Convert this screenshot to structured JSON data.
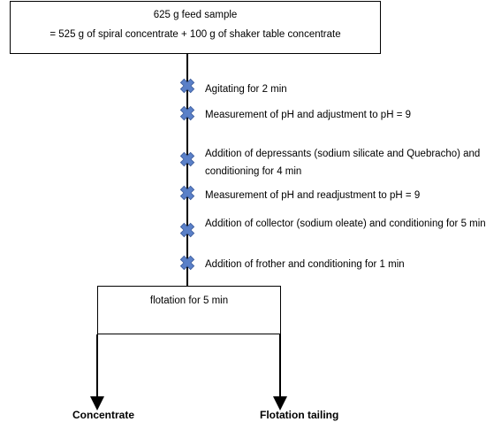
{
  "feed": {
    "line1": "625 g feed sample",
    "line2": "= 525 g of spiral concentrate + 100 g of shaker table concentrate"
  },
  "steps": [
    {
      "lines": [
        "Agitating for 2 min"
      ]
    },
    {
      "lines": [
        "Measurement of pH and adjustment to pH = 9"
      ]
    },
    {
      "lines": [
        "Addition of depressants (sodium silicate and Quebracho) and",
        "conditioning for 4 min"
      ]
    },
    {
      "lines": [
        "Measurement of pH and readjustment to pH = 9"
      ]
    },
    {
      "lines": [
        "Addition of collector (sodium oleate) and conditioning for 5 min"
      ]
    },
    {
      "lines": [
        "Addition of frother and conditioning for 1 min"
      ]
    }
  ],
  "flotation": {
    "label": "flotation for 5 min"
  },
  "outputs": {
    "concentrate": "Concentrate",
    "tailing": "Flotation tailing"
  },
  "colors": {
    "marker": "#5a80c8",
    "line": "#000000"
  },
  "icons": {
    "step_marker": "cross-marker-icon"
  }
}
